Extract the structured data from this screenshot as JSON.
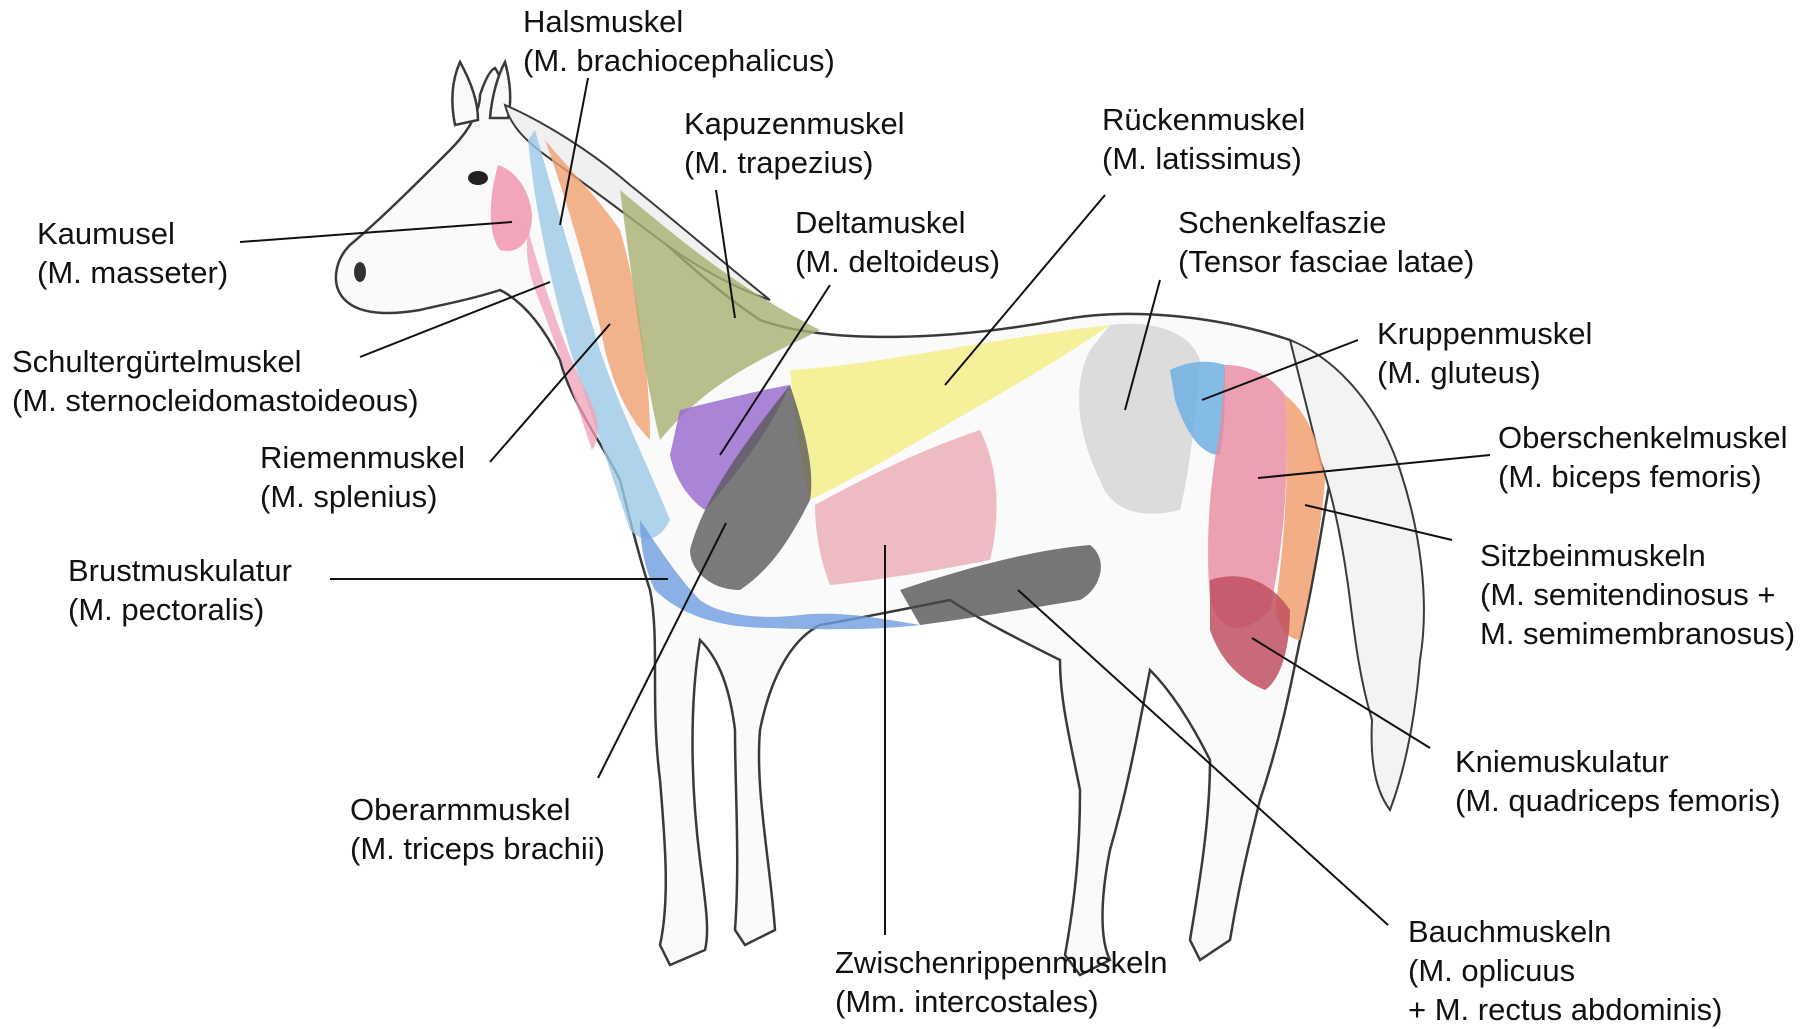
{
  "colors": {
    "outline": "#3a3a3a",
    "leader": "#111111",
    "masseter": "#f08aa6",
    "brachiocephalicus": "#9ec9e8",
    "sternocleido": "#f2a0b8",
    "splenius": "#f0a070",
    "trapezius": "#a8b070",
    "latissimus": "#f3ef8a",
    "deltoideus": "#9a6fd0",
    "triceps": "#5a5a5a",
    "pectoralis": "#6f9de0",
    "intercostales": "#e8a0aa",
    "abdominal": "#4a4a4a",
    "tensor": "#d4d4d4",
    "gluteus": "#6fb0e0",
    "biceps_femoris": "#e889a0",
    "semitendinosus": "#f2a070",
    "quadriceps": "#c05060"
  },
  "labels": [
    {
      "id": "halsmuskel",
      "lines": [
        "Halsmuskel",
        "(M. brachiocephalicus)"
      ]
    },
    {
      "id": "kapuzenmuskel",
      "lines": [
        "Kapuzenmuskel",
        "(M. trapezius)"
      ]
    },
    {
      "id": "rueckenmuskel",
      "lines": [
        "Rückenmuskel",
        "(M. latissimus)"
      ]
    },
    {
      "id": "kaumusel",
      "lines": [
        "Kaumusel",
        "(M. masseter)"
      ]
    },
    {
      "id": "deltamuskel",
      "lines": [
        "Deltamuskel",
        "(M. deltoideus)"
      ]
    },
    {
      "id": "schenkelfaszie",
      "lines": [
        "Schenkelfaszie",
        "(Tensor fasciae latae)"
      ]
    },
    {
      "id": "kruppenmuskel",
      "lines": [
        "Kruppenmuskel",
        "(M. gluteus)"
      ]
    },
    {
      "id": "schultergurtelmuskel",
      "lines": [
        "Schultergürtelmuskel",
        "(M. sternocleidomastoideous)"
      ]
    },
    {
      "id": "oberschenkelmuskel",
      "lines": [
        "Oberschenkelmuskel",
        "(M. biceps femoris)"
      ]
    },
    {
      "id": "riemenmuskel",
      "lines": [
        "Riemenmuskel",
        "(M. splenius)"
      ]
    },
    {
      "id": "sitzbeinmuskeln",
      "lines": [
        "Sitzbeinmuskeln",
        "(M. semitendinosus +",
        "M. semimembranosus)"
      ]
    },
    {
      "id": "brustmuskulatur",
      "lines": [
        "Brustmuskulatur",
        "(M. pectoralis)"
      ]
    },
    {
      "id": "kniemuskulatur",
      "lines": [
        "Kniemuskulatur",
        "(M. quadriceps femoris)"
      ]
    },
    {
      "id": "oberarmmuskel",
      "lines": [
        "Oberarmmuskel",
        "(M. triceps brachii)"
      ]
    },
    {
      "id": "bauchmuskeln",
      "lines": [
        "Bauchmuskeln",
        "(M. oplicuus",
        "+ M. rectus abdominis)"
      ]
    },
    {
      "id": "zwischenrippenmuskeln",
      "lines": [
        "Zwischenrippenmuskeln",
        "(Mm. intercostales)"
      ]
    }
  ]
}
